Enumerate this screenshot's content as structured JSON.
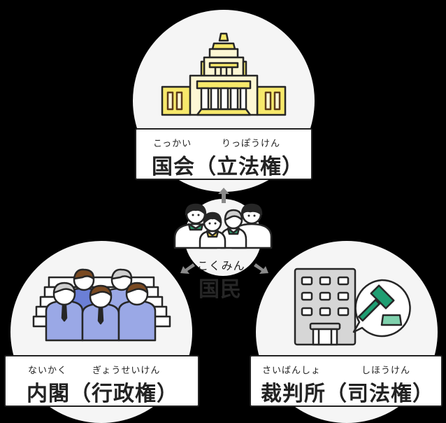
{
  "legislative": {
    "ruby_left": "こっかい",
    "ruby_right": "りっぽうけん",
    "label": "国会（立法権）",
    "icon": "diet-building-icon",
    "colors": {
      "fill": "#f7e96b",
      "light": "#fdf7d4",
      "window": "#5a3a1a"
    }
  },
  "executive": {
    "ruby_left": "ないかく",
    "ruby_right": "ぎょうせいけん",
    "label": "内閣（行政権）",
    "icon": "cabinet-members-icon",
    "colors": {
      "suit_dark": "#6b7fd6",
      "suit_light": "#9aa8e6",
      "hair": "#7a4a22",
      "hair_grey": "#cfcfcf"
    }
  },
  "judicial": {
    "ruby_left": "さいばんしょ",
    "ruby_right": "しほうけん",
    "label": "裁判所（司法権）",
    "icon": "courthouse-gavel-icon",
    "colors": {
      "building": "#d6d6d6",
      "gavel": "#1f9e72",
      "block": "#7fd1ad"
    }
  },
  "center": {
    "ruby": "こくみん",
    "label": "国民",
    "icon": "citizens-group-icon",
    "arrow_color": "#8a8a8a",
    "collar_colors": [
      "#2e9e6e",
      "#f5d84a"
    ]
  }
}
